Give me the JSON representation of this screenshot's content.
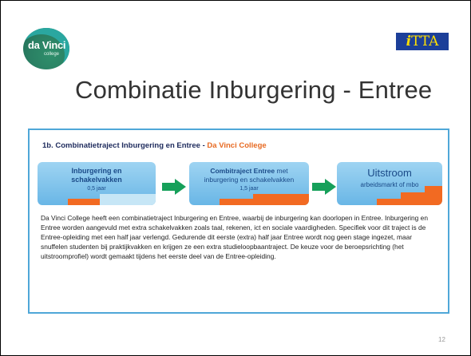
{
  "logos": {
    "left": {
      "text": "da Vinci",
      "sub": "college"
    },
    "right": {
      "prefix": "i",
      "text": "TTA"
    }
  },
  "slide": {
    "title": "Combinatie Inburgering - Entree",
    "page_number": "12"
  },
  "figure": {
    "heading_prefix": "1b.  Combinatietraject Inburgering en Entree - ",
    "heading_brand": "Da Vinci College",
    "boxes": [
      {
        "title_line1": "Inburgering en",
        "title_line2": "schakelvakken",
        "duration": "0,5 jaar"
      },
      {
        "title_bold": "Combitraject Entree",
        "title_rest": " met",
        "title_line2": "inburgering en schakelvakken",
        "duration": "1,5 jaar"
      },
      {
        "title": "Uitstroom",
        "subtitle": "arbeidsmarkt of mbo"
      }
    ],
    "paragraph": "Da Vinci College heeft een combinatietraject Inburgering en Entree, waarbij de inburgering kan doorlopen in Entree. Inburgering en Entree worden aangevuld met extra schakelvakken zoals taal, rekenen, ict en sociale vaardigheden. Specifiek voor dit traject is de Entree-opleiding met een half jaar verlengd. Gedurende dit eerste (extra) half jaar Entree wordt nog geen stage ingezet, maar snuffelen studenten bij praktijkvakken en krijgen ze een extra studieloopbaantraject. De keuze voor de beroepsrichting (het uitstroomprofiel) wordt gemaakt tijdens het eerste deel van de Entree-opleiding."
  },
  "colors": {
    "box_blue": "#69b6e6",
    "arrow_green": "#16a05a",
    "accent_orange": "#f26a22",
    "figure_border": "#4fa7d8",
    "itta_blue": "#1c3f99",
    "itta_yellow": "#ffdf00"
  }
}
